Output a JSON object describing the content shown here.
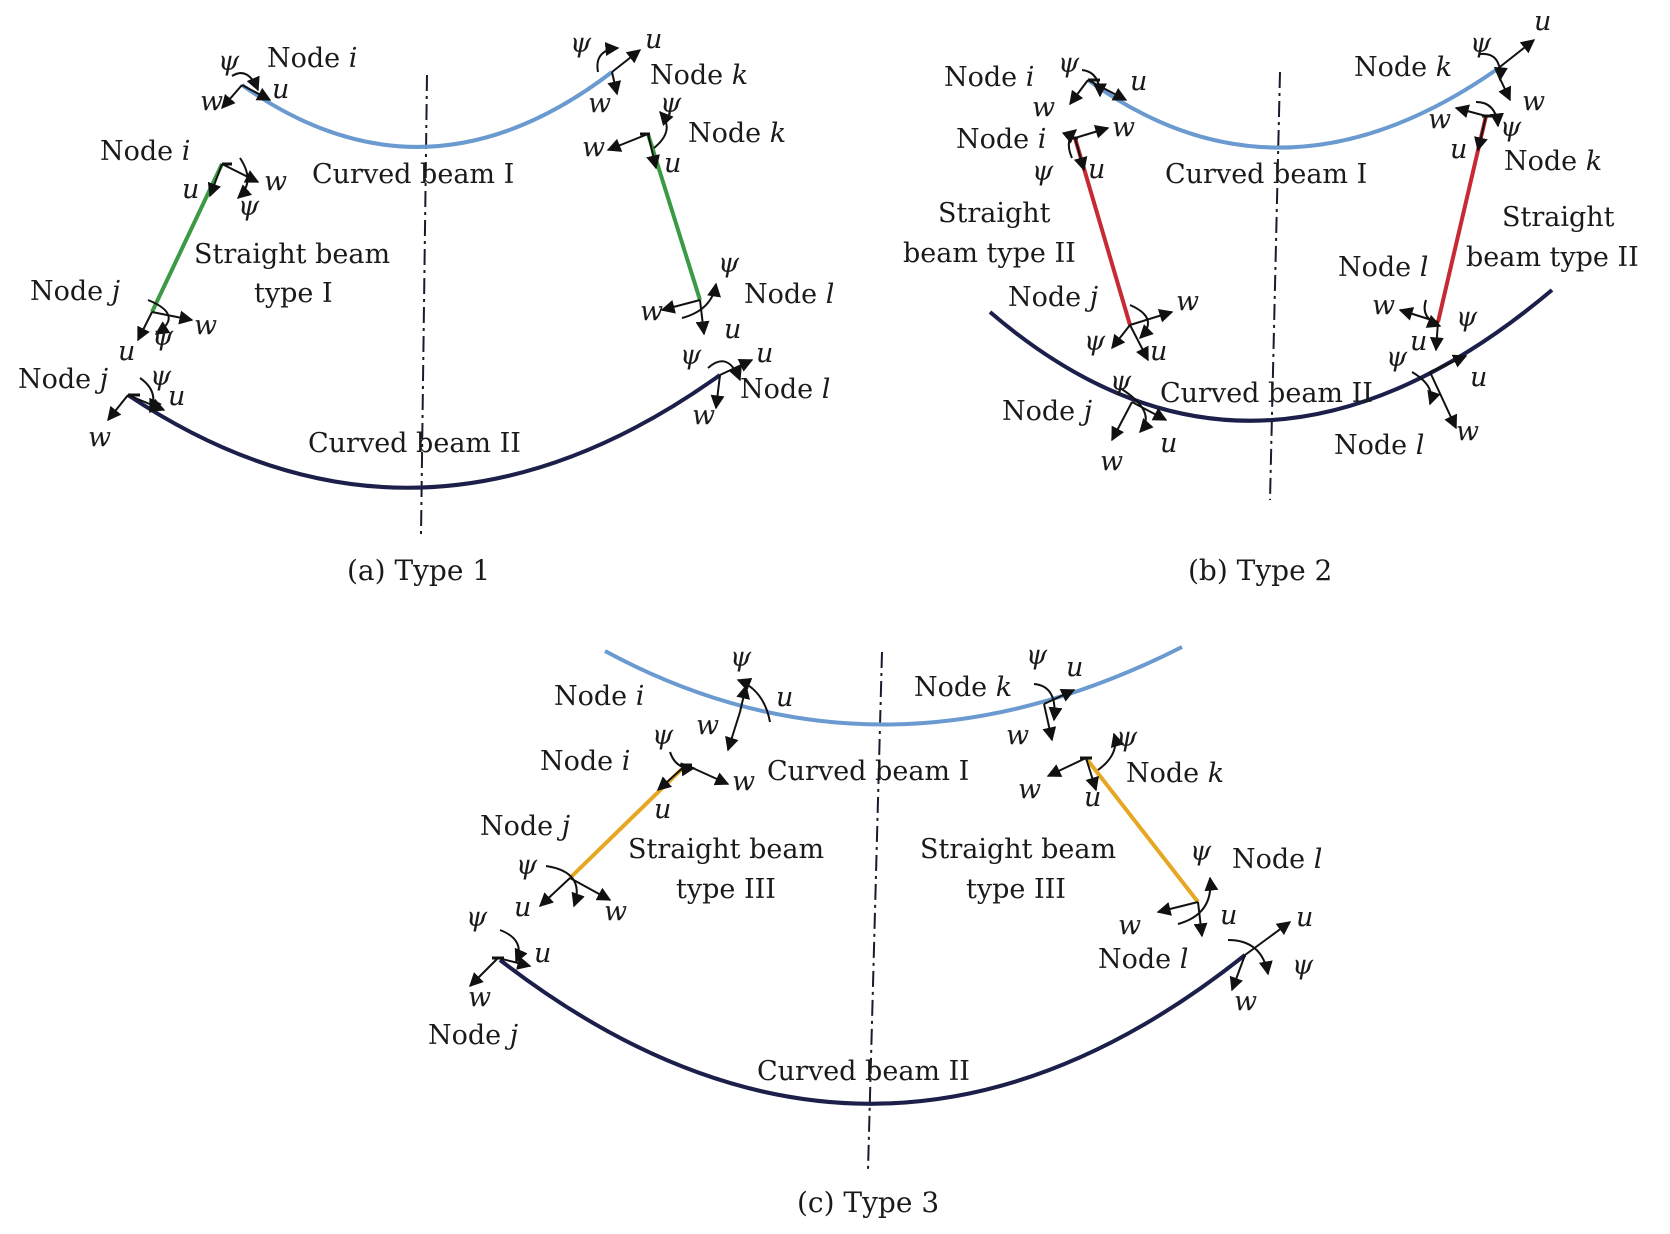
{
  "figure": {
    "panels": [
      {
        "caption": "(a) Type 1",
        "beam_top": "Curved beam I",
        "beam_bottom": "Curved beam II",
        "straight_beam_left": [
          "Straight beam",
          "type I"
        ],
        "straight_beam_right": []
      },
      {
        "caption": "(b) Type 2",
        "beam_top": "Curved beam I",
        "beam_bottom": "Curved beam II",
        "straight_beam_left": [
          "Straight",
          "beam type II"
        ],
        "straight_beam_right": [
          "Straight",
          "beam type II"
        ]
      },
      {
        "caption": "(c) Type 3",
        "beam_top": "Curved beam I",
        "beam_bottom": "Curved beam II",
        "straight_beam_left": [
          "Straight beam",
          "type III"
        ],
        "straight_beam_right": [
          "Straight beam",
          "type III"
        ]
      }
    ],
    "node_word": "Node",
    "node_ids": [
      "i",
      "j",
      "k",
      "l"
    ],
    "dof": {
      "u": "u",
      "w": "w",
      "psi": "ψ"
    },
    "colors": {
      "curved_beam_I": "#6a9ad0",
      "curved_beam_II": "#1b1f4a",
      "straight_beam_type_I": "#3d9a44",
      "straight_beam_type_II": "#c62a32",
      "straight_beam_type_III": "#e6a723"
    }
  }
}
